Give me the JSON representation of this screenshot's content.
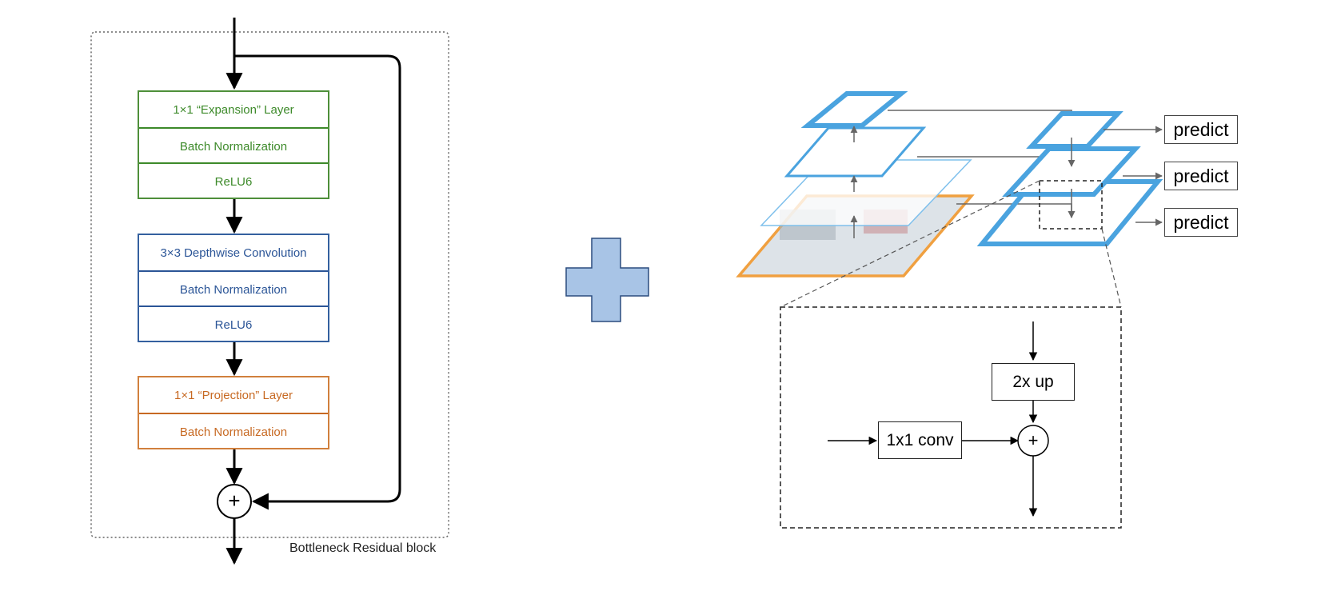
{
  "bottleneck": {
    "caption": "Bottleneck Residual block",
    "expansion": [
      "1×1 “Expansion” Layer",
      "Batch Normalization",
      "ReLU6"
    ],
    "depthwise": [
      "3×3 Depthwise Convolution",
      "Batch Normalization",
      "ReLU6"
    ],
    "projection": [
      "1×1 “Projection” Layer",
      "Batch Normalization"
    ],
    "add_symbol": "+"
  },
  "plus_symbol_color": "#a8c4e6",
  "fpn": {
    "predict_labels": [
      "predict",
      "predict",
      "predict"
    ],
    "lateral_label": "1x1 conv",
    "upsample_label": "2x up",
    "add_symbol": "+",
    "level_color": "#4aa3df",
    "input_color": "#f0a040"
  }
}
